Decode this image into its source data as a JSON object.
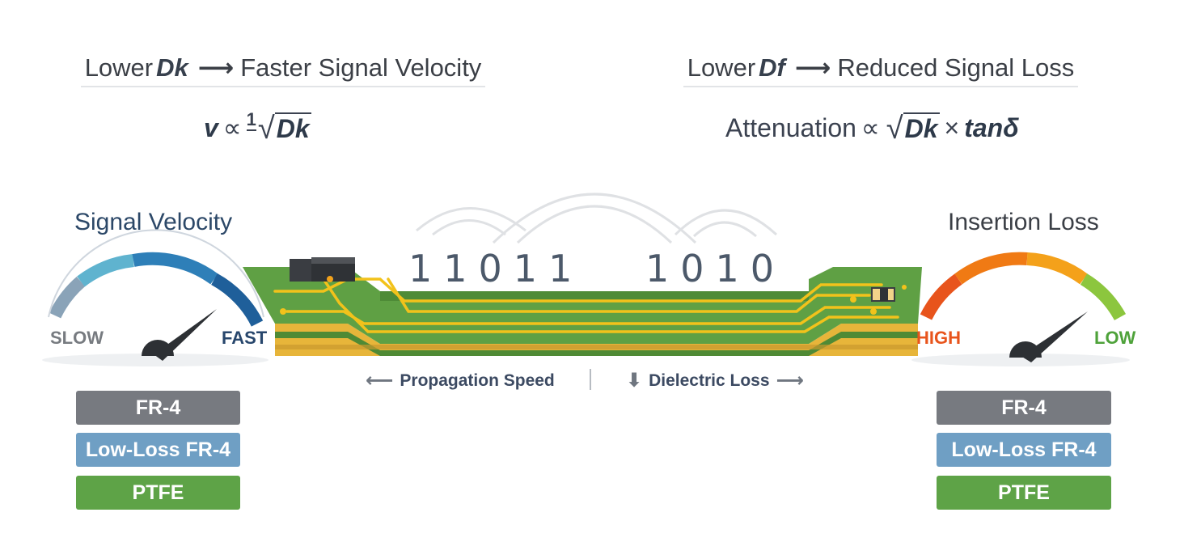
{
  "left_header": {
    "prefix": "Lower",
    "symbol": "Dk",
    "arrow": "⟶",
    "result": "Faster Signal Velocity",
    "formula_var": "v",
    "formula_prop": "∝",
    "formula_num": "1",
    "formula_root": "Dk"
  },
  "right_header": {
    "prefix": "Lower",
    "symbol": "Df",
    "arrow": "⟶",
    "result": "Reduced Signal Loss",
    "formula_word": "Attenuation",
    "formula_prop": "∝",
    "formula_root": "Dk",
    "formula_times": "×",
    "formula_tan": "tanδ"
  },
  "left_gauge": {
    "title": "Signal Velocity",
    "low_label": "SLOW",
    "high_label": "FAST",
    "needle_level": 0.85,
    "colors": [
      "#8aa3b8",
      "#5fb3cf",
      "#2e7fb8",
      "#1f5f9a"
    ]
  },
  "right_gauge": {
    "title": "Insertion Loss",
    "low_label": "HIGH",
    "high_label": "LOW",
    "needle_level": 0.85,
    "colors": [
      "#e8541c",
      "#f07a14",
      "#f4a11a",
      "#8cc63e"
    ]
  },
  "left_materials": [
    "FR-4",
    "Low-Loss FR-4",
    "PTFE"
  ],
  "right_materials": [
    "FR-4",
    "Low-Loss FR-4",
    "PTFE"
  ],
  "bits": {
    "left": "11011",
    "right": "1010"
  },
  "axis": {
    "left_arrow": "⟵",
    "left_label": "Propagation Speed",
    "right_down": "⬇",
    "right_label": "Dielectric Loss",
    "right_arrow": "⟶"
  },
  "colors": {
    "pcb_green": "#5fa044",
    "pcb_dark": "#3f7a2d",
    "trace_gold": "#f2c21b",
    "layer_gold": "#e7b53a"
  }
}
